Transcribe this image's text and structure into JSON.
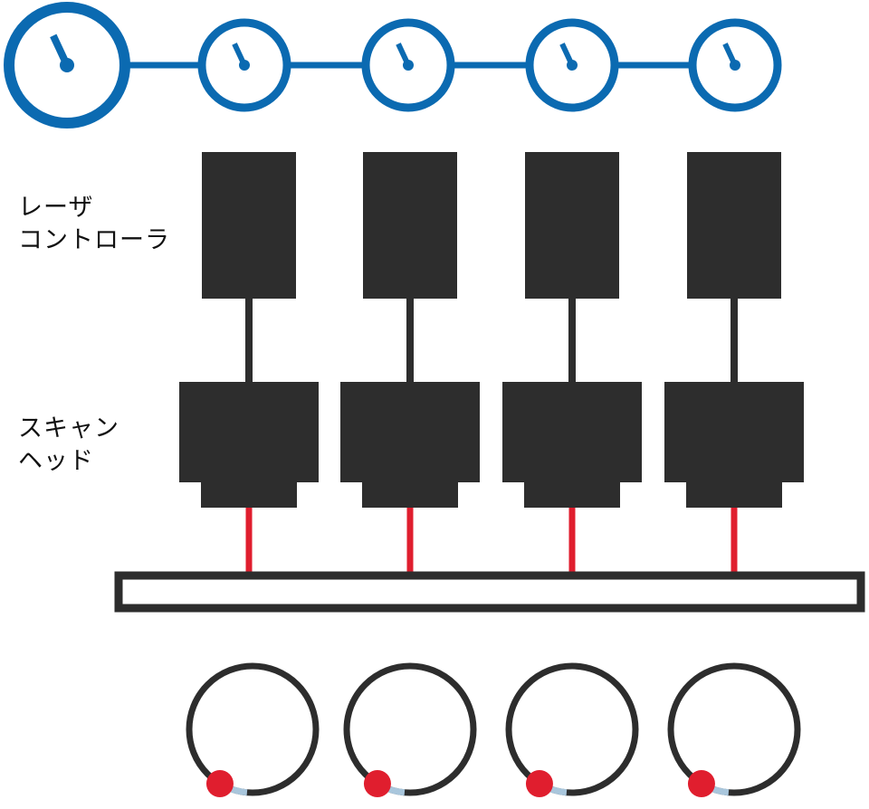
{
  "colors": {
    "blue": "#0b6ab1",
    "dark": "#2d2d2d",
    "red": "#e01e2e",
    "light_blue": "#a9c6dc",
    "white": "#ffffff"
  },
  "labels": {
    "laser_controller": {
      "line1": "レーザ",
      "line2": "コントローラ"
    },
    "scan_head": {
      "line1": "スキャン",
      "line2": "ヘッド"
    }
  },
  "clocks": [
    {
      "role": "master",
      "icon": "clock-icon"
    },
    {
      "role": "slave",
      "icon": "clock-icon"
    },
    {
      "role": "slave",
      "icon": "clock-icon"
    },
    {
      "role": "slave",
      "icon": "clock-icon"
    },
    {
      "role": "slave",
      "icon": "clock-icon"
    }
  ],
  "units": [
    {
      "controller": "laser-controller",
      "scan_head": "scan-head",
      "beam": "laser-beam",
      "position": "position-indicator"
    },
    {
      "controller": "laser-controller",
      "scan_head": "scan-head",
      "beam": "laser-beam",
      "position": "position-indicator"
    },
    {
      "controller": "laser-controller",
      "scan_head": "scan-head",
      "beam": "laser-beam",
      "position": "position-indicator"
    },
    {
      "controller": "laser-controller",
      "scan_head": "scan-head",
      "beam": "laser-beam",
      "position": "position-indicator"
    }
  ]
}
